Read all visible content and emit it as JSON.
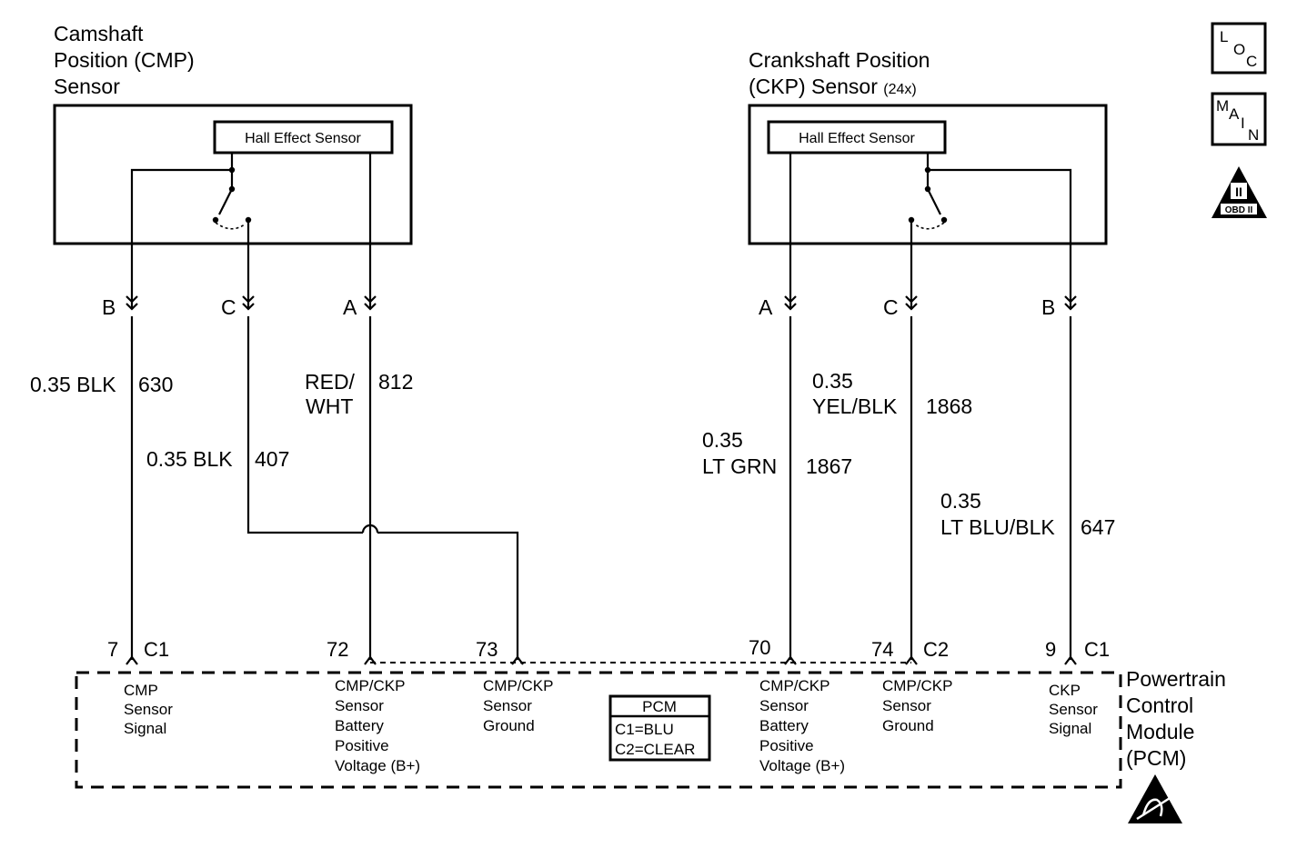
{
  "cmp_sensor": {
    "title": [
      "Camshaft",
      "Position (CMP)",
      "Sensor"
    ],
    "inner": "Hall Effect Sensor"
  },
  "ckp_sensor": {
    "title1": "Crankshaft Position",
    "title2": "(CKP) Sensor",
    "title2_suffix": "(24x)",
    "inner": "Hall Effect Sensor"
  },
  "icons": {
    "loc": [
      "L",
      "O",
      "C"
    ],
    "main": [
      "M",
      "A",
      "I",
      "N"
    ],
    "obd": "OBD II",
    "obd_mark": "II"
  },
  "connectors": {
    "cmp": [
      "B",
      "C",
      "A"
    ],
    "ckp": [
      "A",
      "C",
      "B"
    ]
  },
  "wires": {
    "w630": [
      "0.35 BLK",
      "630"
    ],
    "w407": [
      "0.35 BLK",
      "407"
    ],
    "w812": [
      "RED/",
      "WHT",
      "812"
    ],
    "w1867": [
      "0.35",
      "LT GRN",
      "1867"
    ],
    "w1868": [
      "0.35",
      "YEL/BLK",
      "1868"
    ],
    "w647": [
      "0.35",
      "LT BLU/BLK",
      "647"
    ]
  },
  "pins": {
    "p7": "7",
    "c1_left": "C1",
    "p72": "72",
    "p73": "73",
    "p70": "70",
    "p74": "74",
    "c2": "C2",
    "p9": "9",
    "c1_right": "C1"
  },
  "pcm": {
    "title": [
      "Powertrain",
      "Control",
      "Module",
      "(PCM)"
    ],
    "legend_title": "PCM",
    "legend_lines": [
      "C1=BLU",
      "C2=CLEAR"
    ],
    "terminals": [
      [
        "CMP",
        "Sensor",
        "Signal"
      ],
      [
        "CMP/CKP",
        "Sensor",
        "Battery",
        "Positive",
        "Voltage (B+)"
      ],
      [
        "CMP/CKP",
        "Sensor",
        "Ground"
      ],
      [
        "CMP/CKP",
        "Sensor",
        "Battery",
        "Positive",
        "Voltage (B+)"
      ],
      [
        "CMP/CKP",
        "Sensor",
        "Ground"
      ],
      [
        "CKP",
        "Sensor",
        "Signal"
      ]
    ]
  }
}
